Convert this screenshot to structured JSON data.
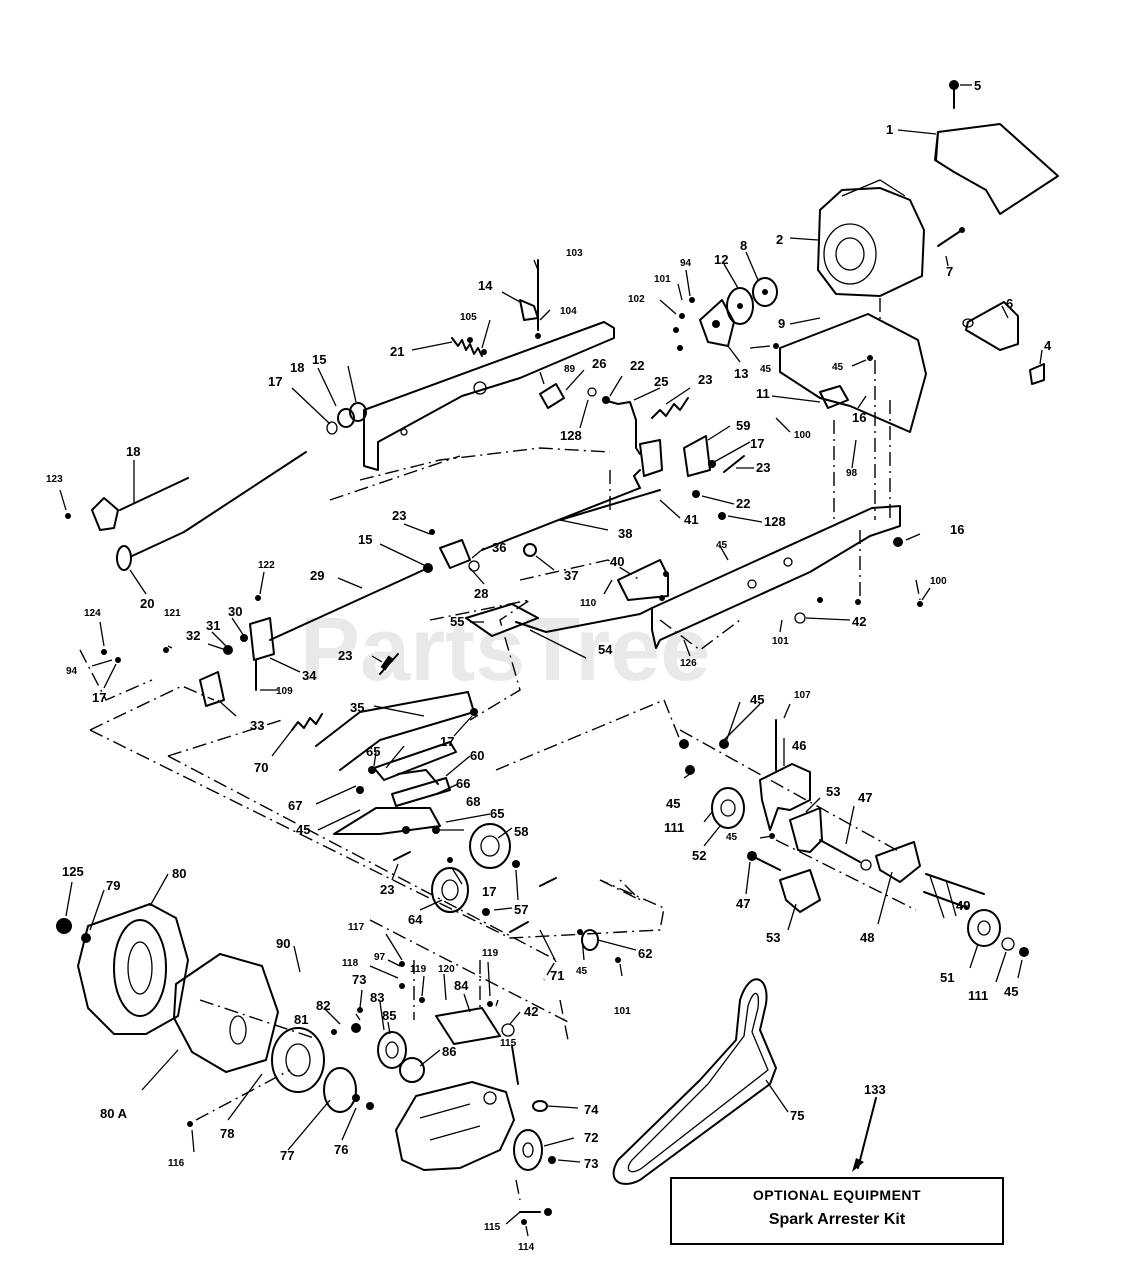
{
  "watermark": "PartsTree",
  "optional_box": {
    "title": "OPTIONAL EQUIPMENT",
    "item": "Spark Arrester Kit"
  },
  "callouts": [
    "1",
    "2",
    "4",
    "5",
    "6",
    "7",
    "8",
    "9",
    "11",
    "12",
    "13",
    "14",
    "15",
    "15",
    "16",
    "16",
    "17",
    "17",
    "17",
    "17",
    "17",
    "18",
    "18",
    "20",
    "21",
    "22",
    "22",
    "23",
    "23",
    "23",
    "23",
    "23",
    "25",
    "26",
    "28",
    "29",
    "30",
    "31",
    "32",
    "33",
    "34",
    "35",
    "36",
    "37",
    "38",
    "40",
    "41",
    "42",
    "42",
    "45",
    "45",
    "45",
    "45",
    "45",
    "45",
    "45",
    "45",
    "45",
    "46",
    "47",
    "47",
    "48",
    "49",
    "51",
    "52",
    "53",
    "53",
    "54",
    "55",
    "57",
    "58",
    "59",
    "60",
    "62",
    "64",
    "65",
    "65",
    "66",
    "67",
    "68",
    "70",
    "71",
    "72",
    "73",
    "73",
    "74",
    "75",
    "76",
    "77",
    "78",
    "79",
    "80",
    "80 A",
    "81",
    "82",
    "83",
    "84",
    "85",
    "86",
    "89",
    "90",
    "94",
    "94",
    "97",
    "98",
    "100",
    "100",
    "101",
    "101",
    "101",
    "102",
    "103",
    "104",
    "105",
    "107",
    "109",
    "110",
    "111",
    "111",
    "114",
    "115",
    "115",
    "116",
    "117",
    "118",
    "119",
    "119",
    "120",
    "121",
    "122",
    "123",
    "124",
    "125",
    "126",
    "128",
    "128",
    "133"
  ]
}
